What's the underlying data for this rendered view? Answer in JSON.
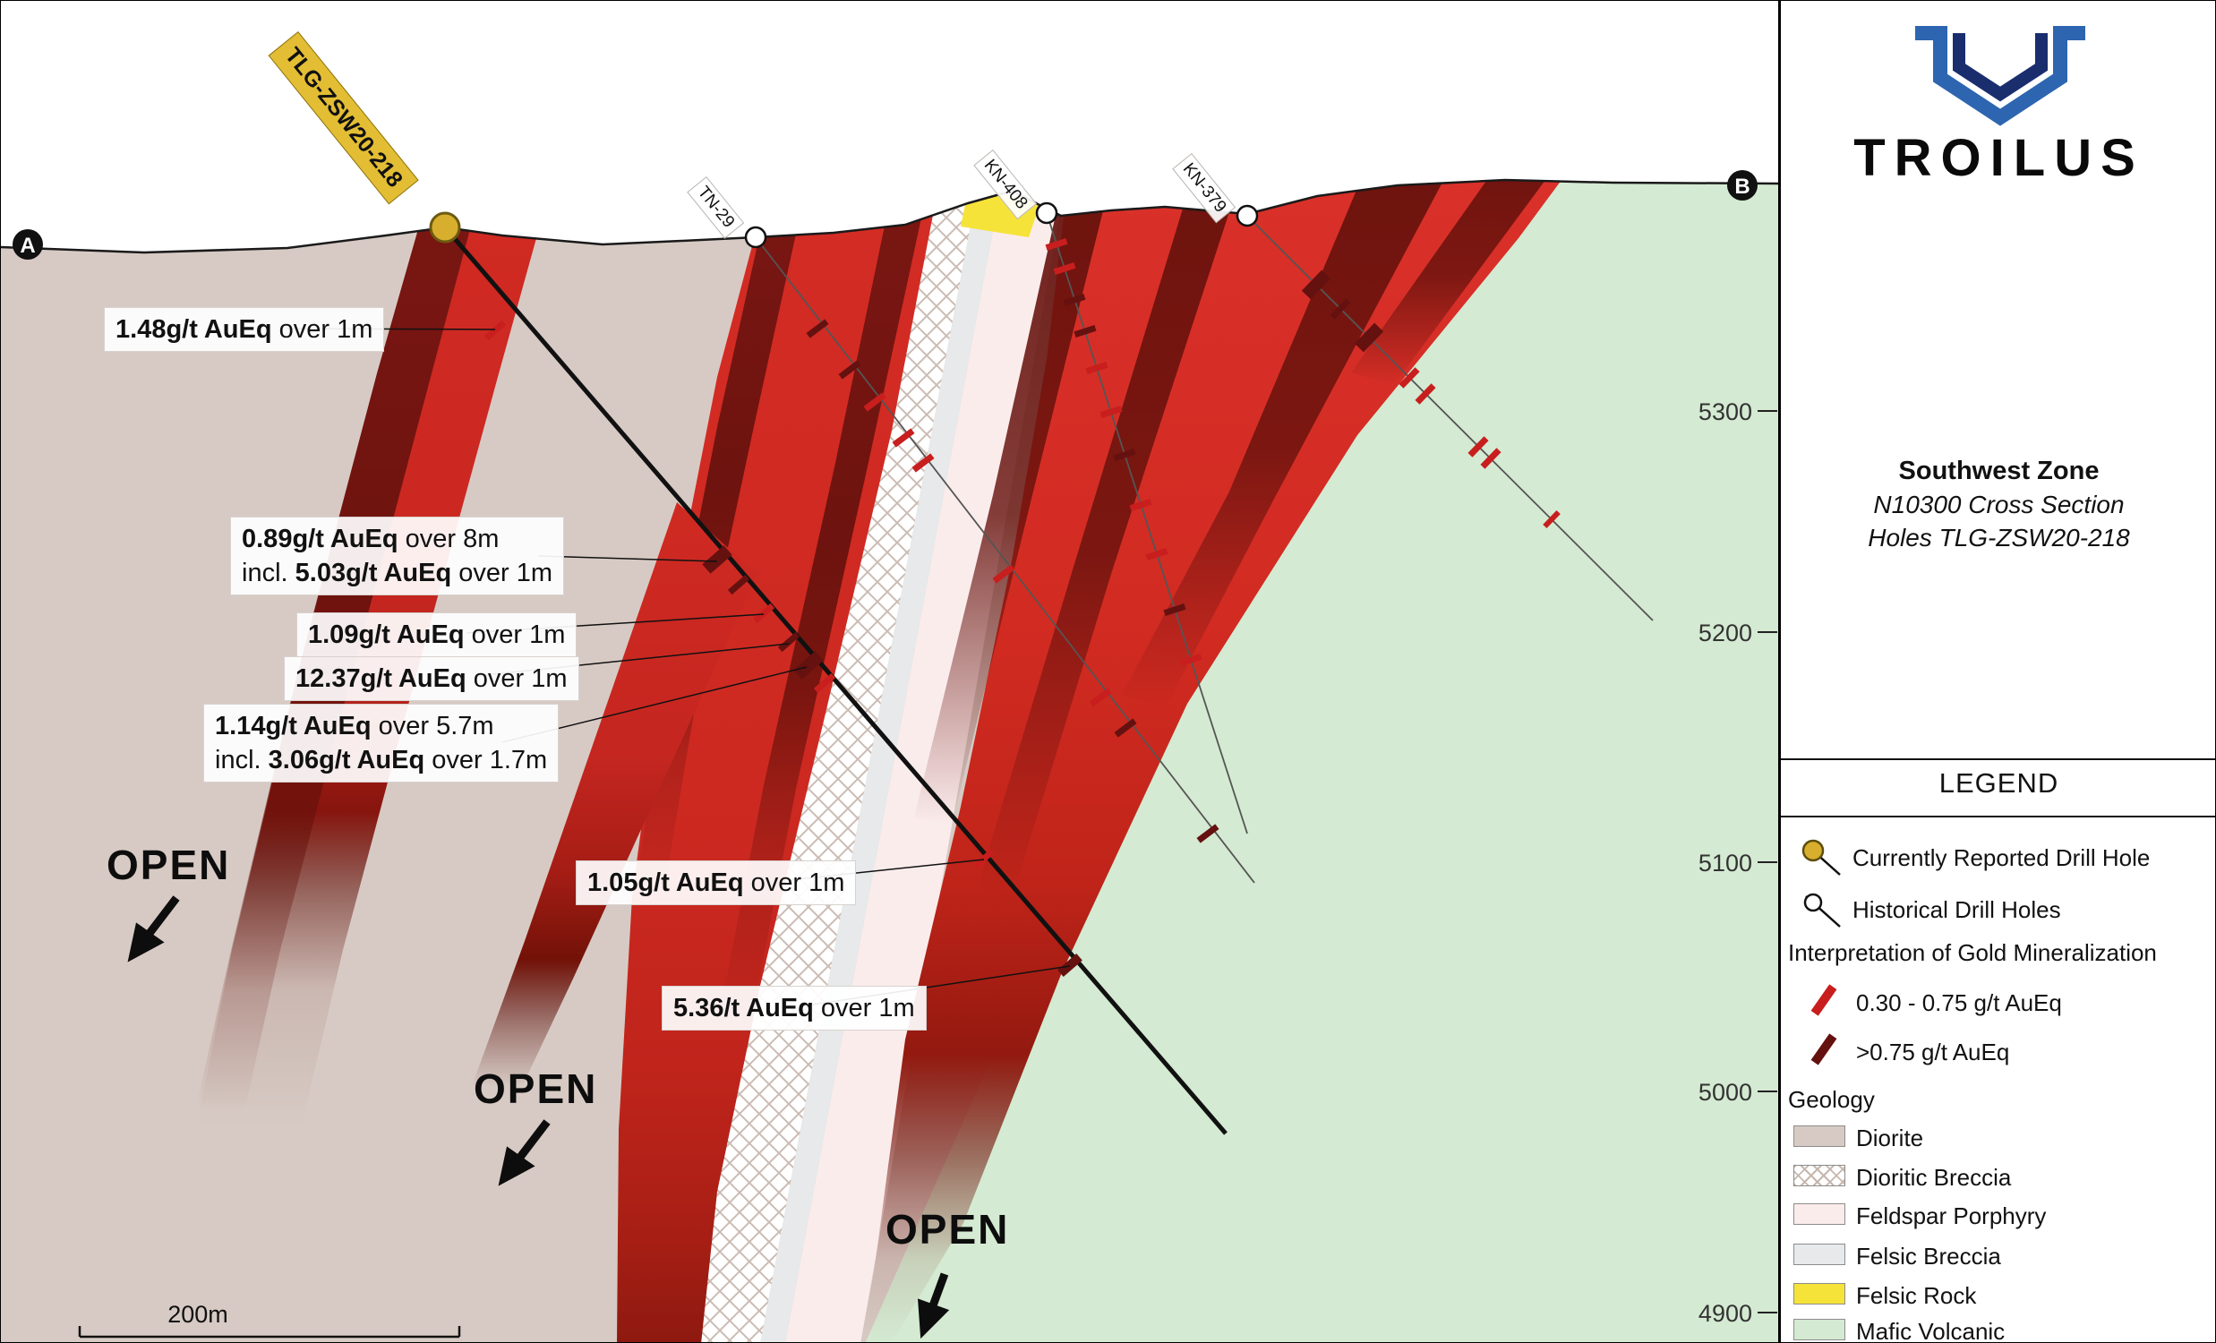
{
  "colors": {
    "mineralization_low": "#c81e1e",
    "mineralization_high": "#651110",
    "diorite": "#d7cac4",
    "dioritic_breccia_hatch": "#cbbcb4",
    "feldspar_porphyry": "#fbecec",
    "felsic_breccia": "#e7e9ea",
    "felsic_rock": "#f6e339",
    "mafic_volcanic": "#d4ead2",
    "current_hole_marker": "#d8ae2e",
    "logo_blue_outer": "#2d65b0",
    "logo_blue_inner": "#1a2e6e"
  },
  "section": {
    "endpoints": {
      "a": "A",
      "b": "B"
    },
    "scale_label": "200m",
    "elevation_labels": [
      "5300",
      "5200",
      "5100",
      "5000",
      "4900"
    ],
    "current_hole_label": "TLG-ZSW20-218",
    "historical_hole_labels": [
      "TN-29",
      "KN-408",
      "KN-379"
    ],
    "open_label": "OPEN",
    "annotations": [
      {
        "bold1": "1.48g/t AuEq",
        "rest1": " over 1m"
      },
      {
        "bold1": "0.89g/t AuEq",
        "rest1": " over 8m",
        "pre2": "incl. ",
        "bold2": "5.03g/t AuEq",
        "rest2": " over 1m"
      },
      {
        "bold1": "1.09g/t AuEq",
        "rest1": " over 1m"
      },
      {
        "bold1": "12.37g/t AuEq",
        "rest1": " over 1m"
      },
      {
        "bold1": "1.14g/t AuEq",
        "rest1": " over 5.7m",
        "pre2": "incl. ",
        "bold2": "3.06g/t AuEq",
        "rest2": " over 1.7m"
      },
      {
        "bold1": "1.05g/t AuEq",
        "rest1": " over 1m"
      },
      {
        "bold1": "5.36/t AuEq",
        "rest1": " over 1m"
      }
    ]
  },
  "panel": {
    "logo_text": "TROILUS",
    "title": {
      "line1": "Southwest Zone",
      "line2": "N10300 Cross Section",
      "line3": "Holes TLG-ZSW20-218"
    },
    "legend": {
      "heading": "LEGEND",
      "drill_items": [
        {
          "label": "Currently Reported Drill Hole"
        },
        {
          "label": "Historical Drill Holes"
        }
      ],
      "mineralization_heading": "Interpretation of Gold Mineralization",
      "mineralization_items": [
        {
          "label": "0.30 - 0.75 g/t AuEq"
        },
        {
          "label": ">0.75 g/t AuEq"
        }
      ],
      "geology_heading": "Geology",
      "geology_items": [
        {
          "label": "Diorite"
        },
        {
          "label": "Dioritic Breccia"
        },
        {
          "label": "Feldspar Porphyry"
        },
        {
          "label": "Felsic Breccia"
        },
        {
          "label": "Felsic Rock"
        },
        {
          "label": "Mafic Volcanic"
        }
      ]
    }
  }
}
